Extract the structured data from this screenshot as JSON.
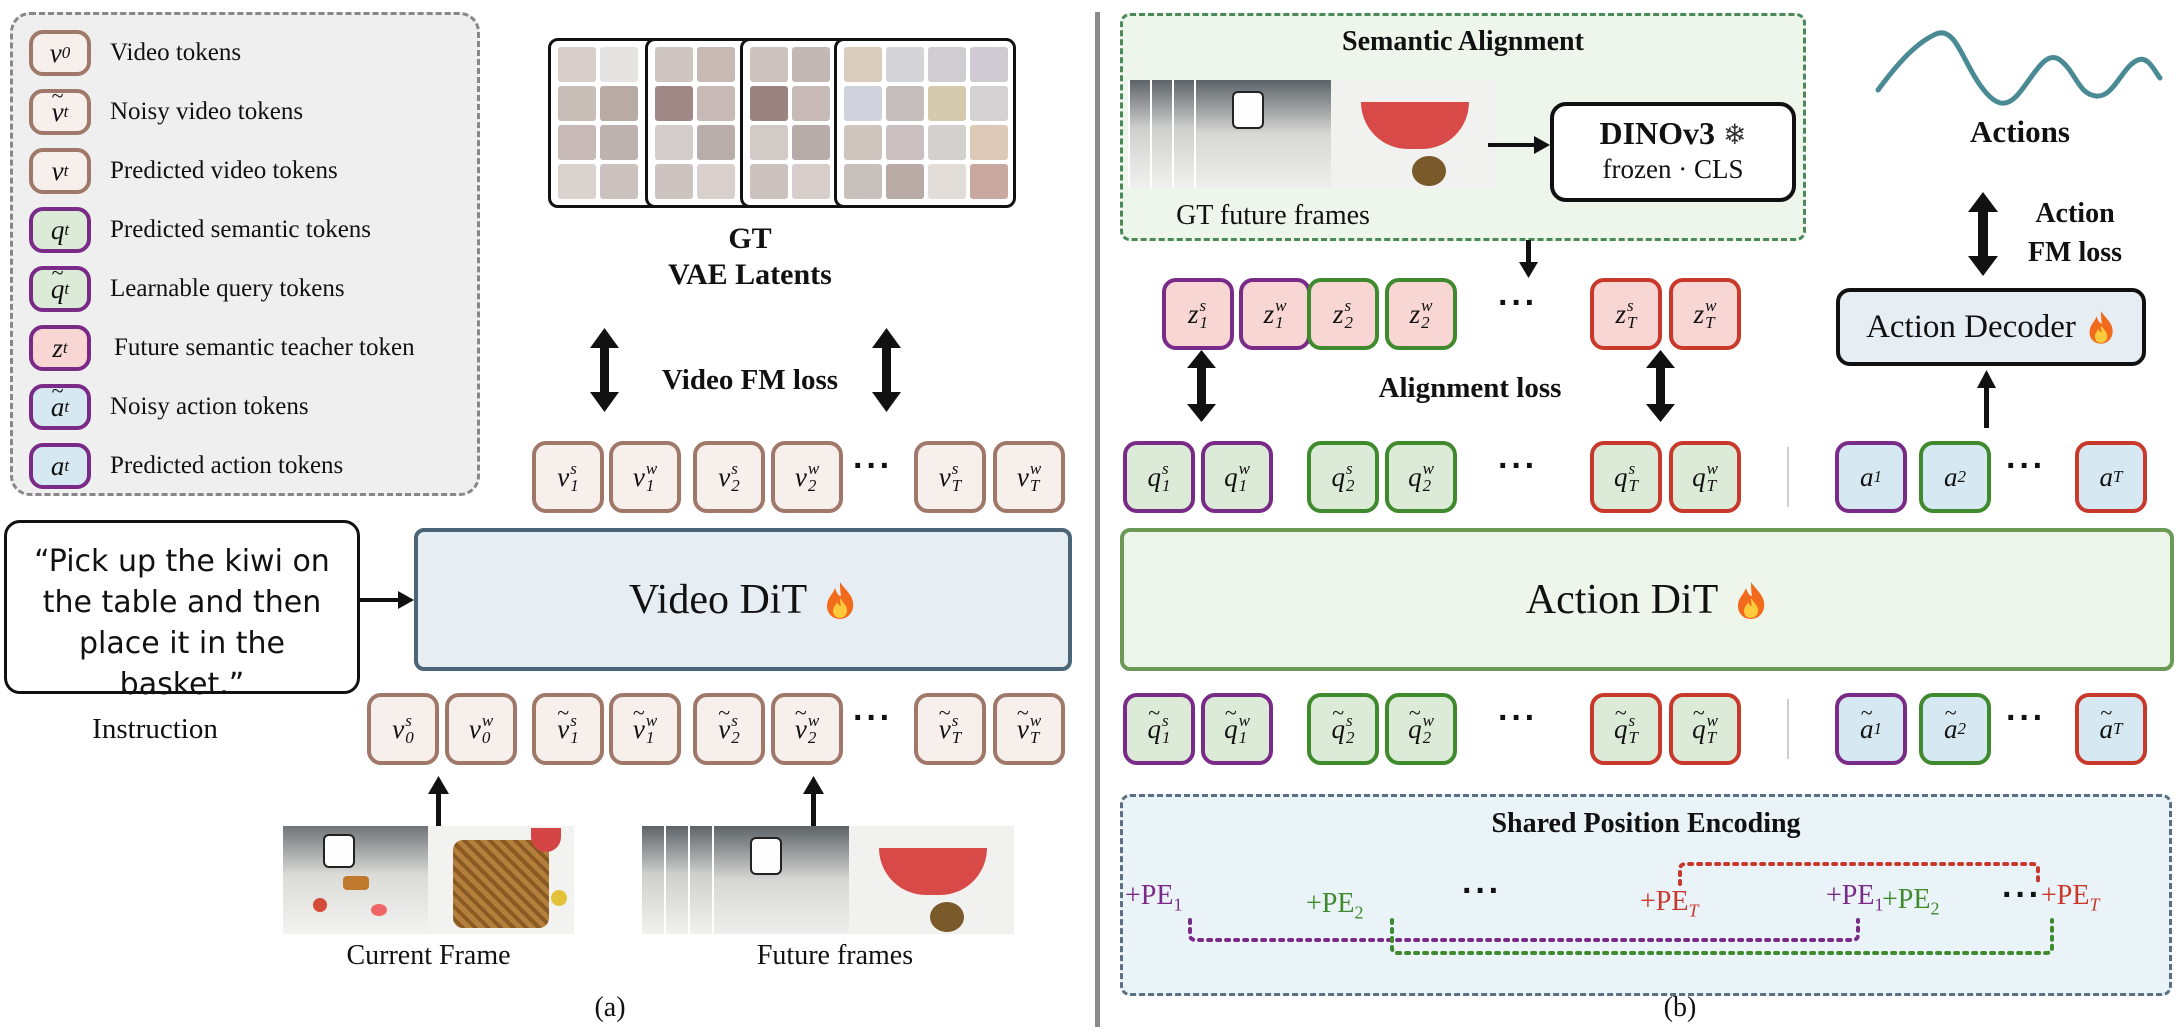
{
  "legend": [
    {
      "sym": "v",
      "sub": "0",
      "mark": "",
      "label": "Video tokens",
      "variant": "vid"
    },
    {
      "sym": "v",
      "sub": "t",
      "mark": "~",
      "label": "Noisy video tokens",
      "variant": "vid"
    },
    {
      "sym": "v",
      "sub": "t",
      "mark": "",
      "label": "Predicted video tokens",
      "variant": "vid"
    },
    {
      "sym": "q",
      "sub": "t",
      "mark": "",
      "label": "Predicted semantic tokens",
      "variant": "sem"
    },
    {
      "sym": "q",
      "sub": "t",
      "mark": "~",
      "label": "Learnable query tokens",
      "variant": "sem"
    },
    {
      "sym": "z",
      "sub": "t",
      "mark": "",
      "label": "Future semantic teacher token",
      "variant": "teach"
    },
    {
      "sym": "a",
      "sub": "t",
      "mark": "~",
      "label": "Noisy action tokens",
      "variant": "act"
    },
    {
      "sym": "a",
      "sub": "t",
      "mark": "",
      "label": "Predicted action tokens",
      "variant": "act"
    }
  ],
  "left": {
    "gt_title": "GT",
    "gt_subtitle": "VAE Latents",
    "video_fm_loss": "Video FM loss",
    "video_dit": "Video DiT",
    "instruction_quote": "“Pick up the kiwi on the table and then place it in the basket.”",
    "instruction_label": "Instruction",
    "current_frame": "Current Frame",
    "future_frames": "Future frames",
    "caption": "(a)",
    "dots": "···"
  },
  "right": {
    "semantic_alignment": "Semantic Alignment",
    "gt_future_frames": "GT future frames",
    "dino_title": "DINOv3",
    "dino_sub": "frozen · CLS",
    "actions": "Actions",
    "action_fm_loss_1": "Action",
    "action_fm_loss_2": "FM loss",
    "action_decoder": "Action Decoder",
    "alignment_loss": "Alignment loss",
    "action_dit": "Action DiT",
    "shared_pe": "Shared Position Encoding",
    "caption": "(b)",
    "dots": "···"
  },
  "colors": {
    "video_border": "#a0786a",
    "video_fill": "#f7efec",
    "purple": "#7a2b87",
    "green": "#3f8a2c",
    "red": "#c8392b",
    "teal": "#3b7d8a",
    "sem_fill": "#dcebd7",
    "teach_fill": "#f7d6d4",
    "act_fill": "#d6e9f2",
    "dit_fill": "#e7eef3",
    "actiondit_fill": "#eef5ea"
  }
}
